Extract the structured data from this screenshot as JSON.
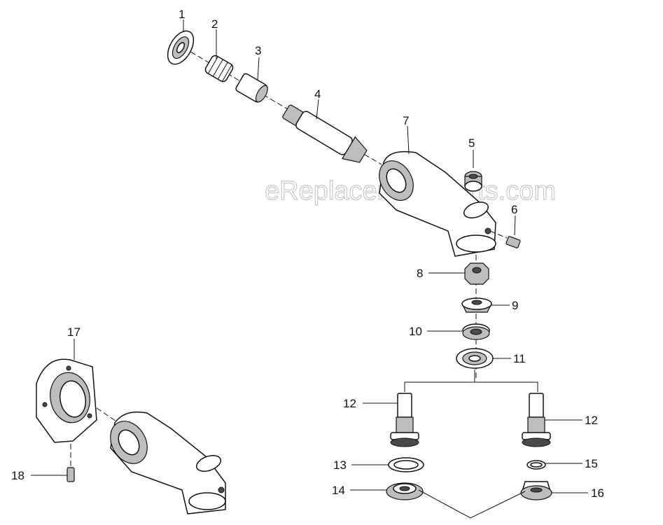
{
  "watermark": "eReplacementParts.com",
  "callouts": {
    "c1": "1",
    "c2": "2",
    "c3": "3",
    "c4": "4",
    "c5": "5",
    "c6": "6",
    "c7": "7",
    "c8": "8",
    "c9": "9",
    "c10": "10",
    "c11": "11",
    "c12a": "12",
    "c12b": "12",
    "c13": "13",
    "c14": "14",
    "c15": "15",
    "c16": "16",
    "c17": "17",
    "c18": "18"
  }
}
